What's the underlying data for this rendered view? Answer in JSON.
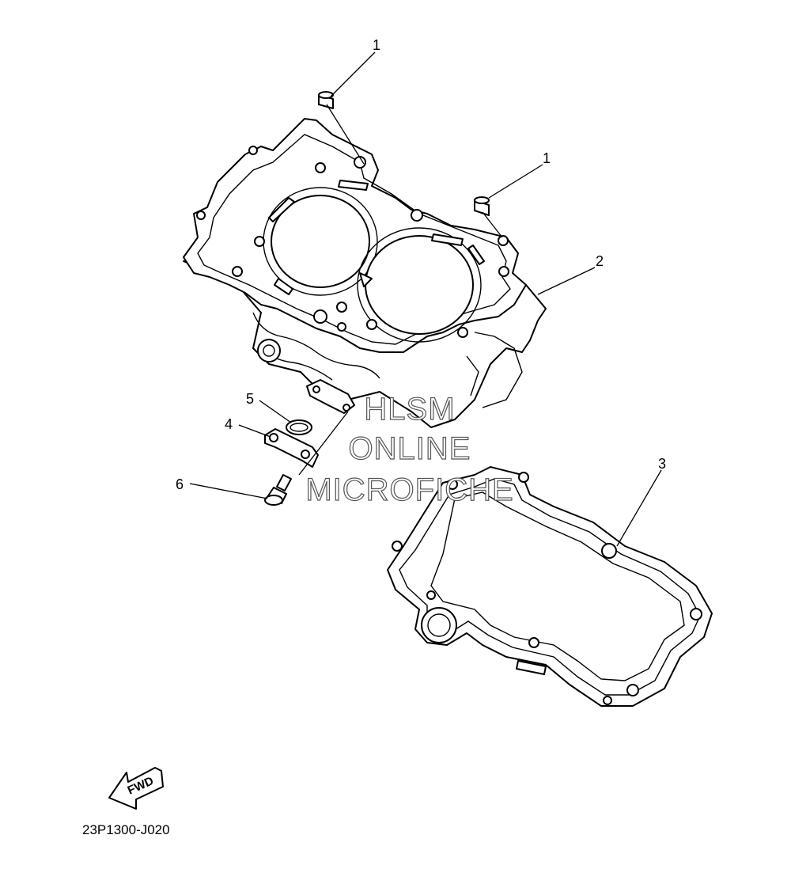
{
  "callouts": {
    "dowel_pin_a": "1",
    "dowel_pin_b": "1",
    "cylinder": "2",
    "gasket": "3",
    "joint": "4",
    "o_ring": "5",
    "bolt": "6"
  },
  "watermark": {
    "line1": "HLSM",
    "line2": "ONLINE",
    "line3": "MICROFICHE"
  },
  "fwd_label": "FWD",
  "part_code": "23P1300-J020"
}
